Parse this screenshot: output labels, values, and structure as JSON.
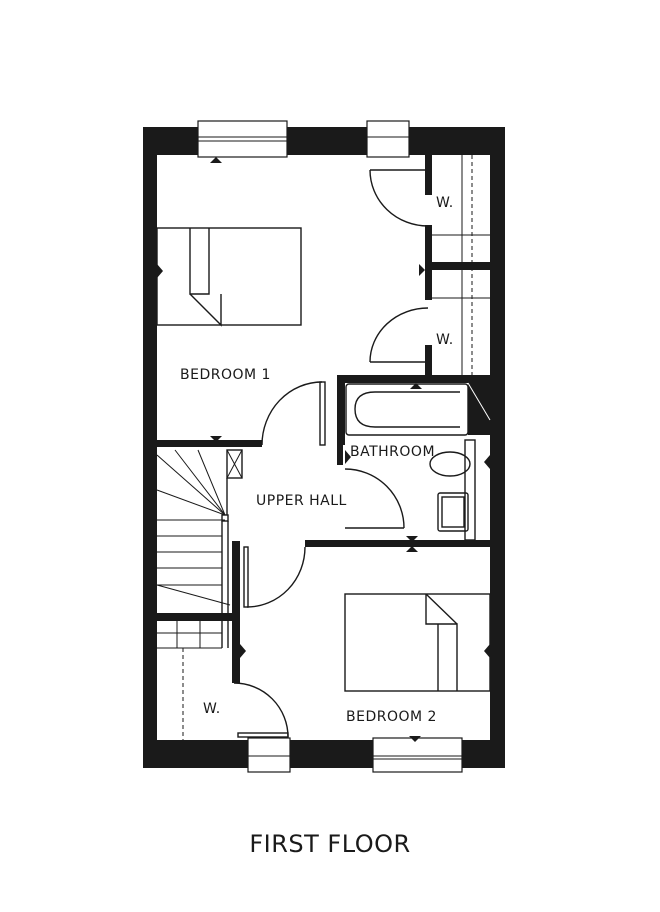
{
  "plan": {
    "title": "FIRST FLOOR",
    "rooms": {
      "bedroom1": "BEDROOM 1",
      "bedroom2": "BEDROOM 2",
      "bathroom": "BATHROOM",
      "upper_hall": "UPPER HALL",
      "wardrobe_top": "W.",
      "wardrobe_middle": "W.",
      "wardrobe_bottom": "W."
    }
  }
}
